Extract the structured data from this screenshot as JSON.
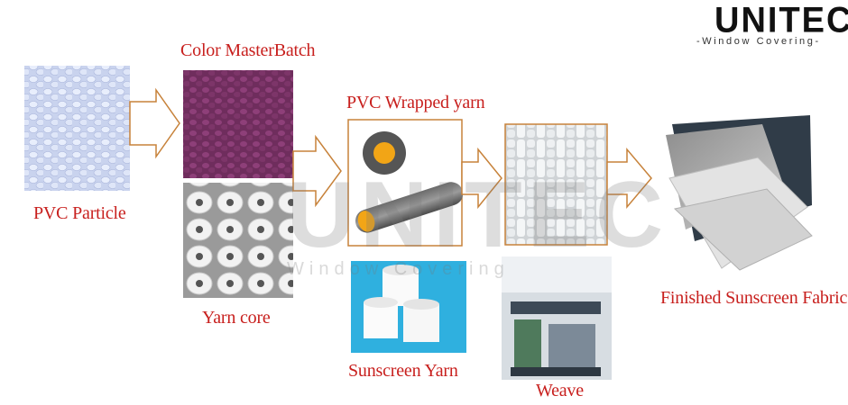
{
  "brand": {
    "name": "UNITEC",
    "tagline": "-Window Covering-",
    "watermark_name": "UNITEC",
    "watermark_tagline": "Window Covering"
  },
  "steps": {
    "pvc_particle": "PVC Particle",
    "color_masterbatch": "Color MasterBatch",
    "yarn_core": "Yarn core",
    "pvc_wrapped_yarn": "PVC Wrapped yarn",
    "sunscreen_yarn": "Sunscreen Yarn",
    "weave": "Weave",
    "finished_fabric": "Finished Sunscreen Fabric"
  },
  "colors": {
    "label_red": "#c8201e",
    "arrow_orange": "#c7823a"
  }
}
